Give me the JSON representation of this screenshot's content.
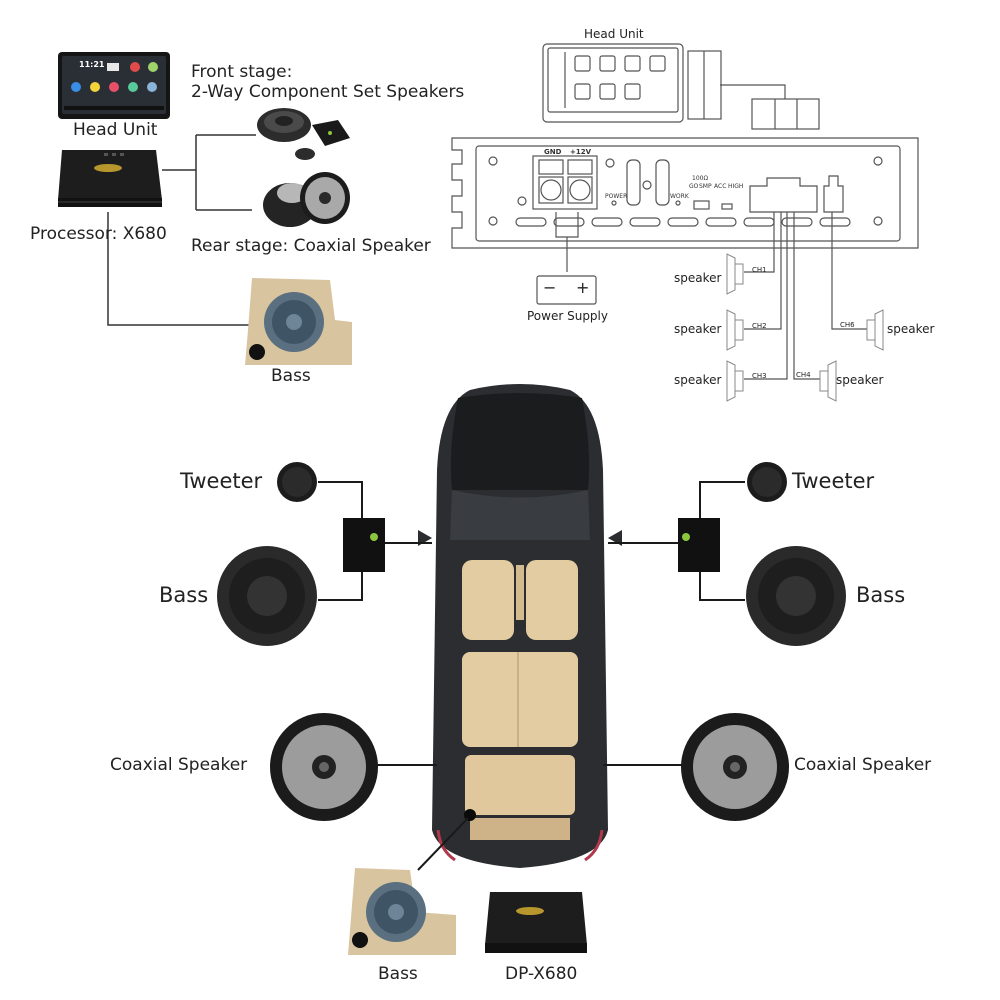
{
  "top_left": {
    "head_unit_label": "Head Unit",
    "head_unit_time": "11:21",
    "front_stage_line1": "Front stage:",
    "front_stage_line2": "2-Way Component Set Speakers",
    "processor_label": "Processor: X680",
    "rear_stage_label": "Rear stage: Coaxial Speaker",
    "bass_label": "Bass"
  },
  "wiring": {
    "head_unit_label": "Head Unit",
    "gnd_label": "GND",
    "v12_label": "+12V",
    "power_led_label": "POWER",
    "work_led_label": "WORK",
    "switch_label_100": "100Ω",
    "switch_label_go": "GO",
    "switch_label_sm": "SMP",
    "switch_label_acc": "ACC",
    "switch_label_high": "HIGH",
    "power_supply_label": "Power Supply",
    "minus_sign": "−",
    "plus_sign": "+",
    "channels": [
      {
        "ch": "CH1",
        "label": "speaker"
      },
      {
        "ch": "CH2",
        "label": "speaker"
      },
      {
        "ch": "CH3",
        "label": "speaker"
      },
      {
        "ch": "CH4",
        "label": "speaker"
      },
      {
        "ch": "CH6",
        "label": "speaker"
      }
    ]
  },
  "car_layout": {
    "left_tweeter": "Tweeter",
    "left_bass": "Bass",
    "right_tweeter": "Tweeter",
    "right_bass": "Bass",
    "left_coaxial": "Coaxial Speaker",
    "right_coaxial": "Coaxial Speaker",
    "sub_bass": "Bass",
    "processor_model": "DP-X680"
  },
  "colors": {
    "line": "#1a1a1a",
    "diagram_line": "#555555",
    "beige": "#d9c4a0",
    "car_body": "#2b2d30",
    "seat": "#e3cca2",
    "accent_green": "#8cc63f"
  }
}
